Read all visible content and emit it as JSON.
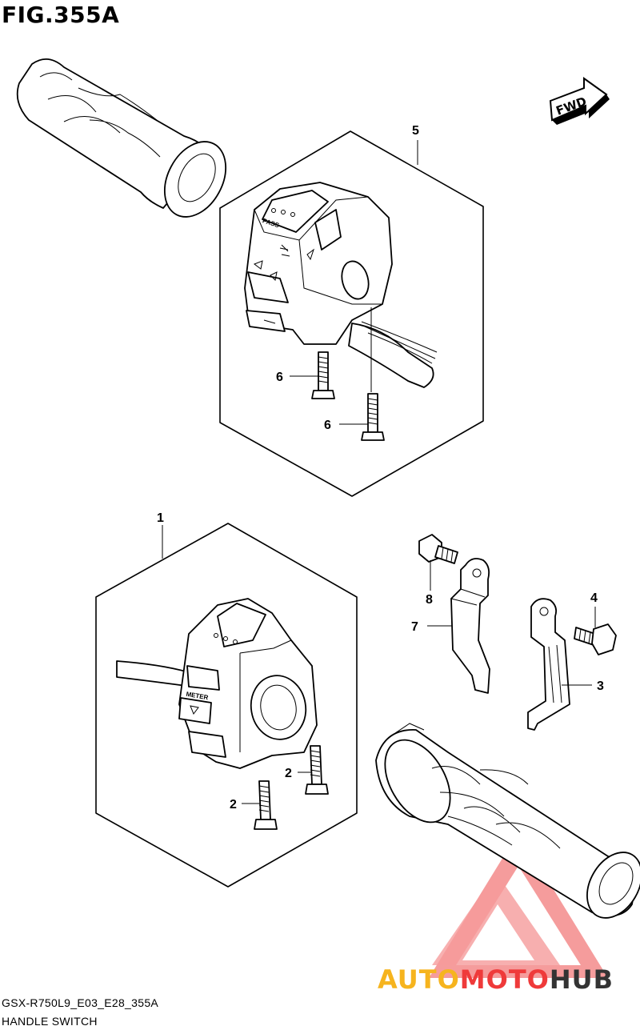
{
  "figure": {
    "title": "FIG.355A",
    "fwd_label": "FWD",
    "model_code": "GSX-R750L9_E03_E28_355A",
    "subtitle": "HANDLE SWITCH"
  },
  "callouts": {
    "p1": "1",
    "p2a": "2",
    "p2b": "2",
    "p3": "3",
    "p4": "4",
    "p5": "5",
    "p6a": "6",
    "p6b": "6",
    "p7": "7",
    "p8": "8"
  },
  "switch_labels": {
    "pass": "PASS",
    "meter": "METER"
  },
  "watermark": {
    "part1": "AUTO",
    "part2": "MOTO",
    "part3": "HUB",
    "colors": {
      "yellow": "#f6b41e",
      "red": "#ef3a3a",
      "dark": "#333333",
      "triangle": "#f27b7b"
    }
  }
}
